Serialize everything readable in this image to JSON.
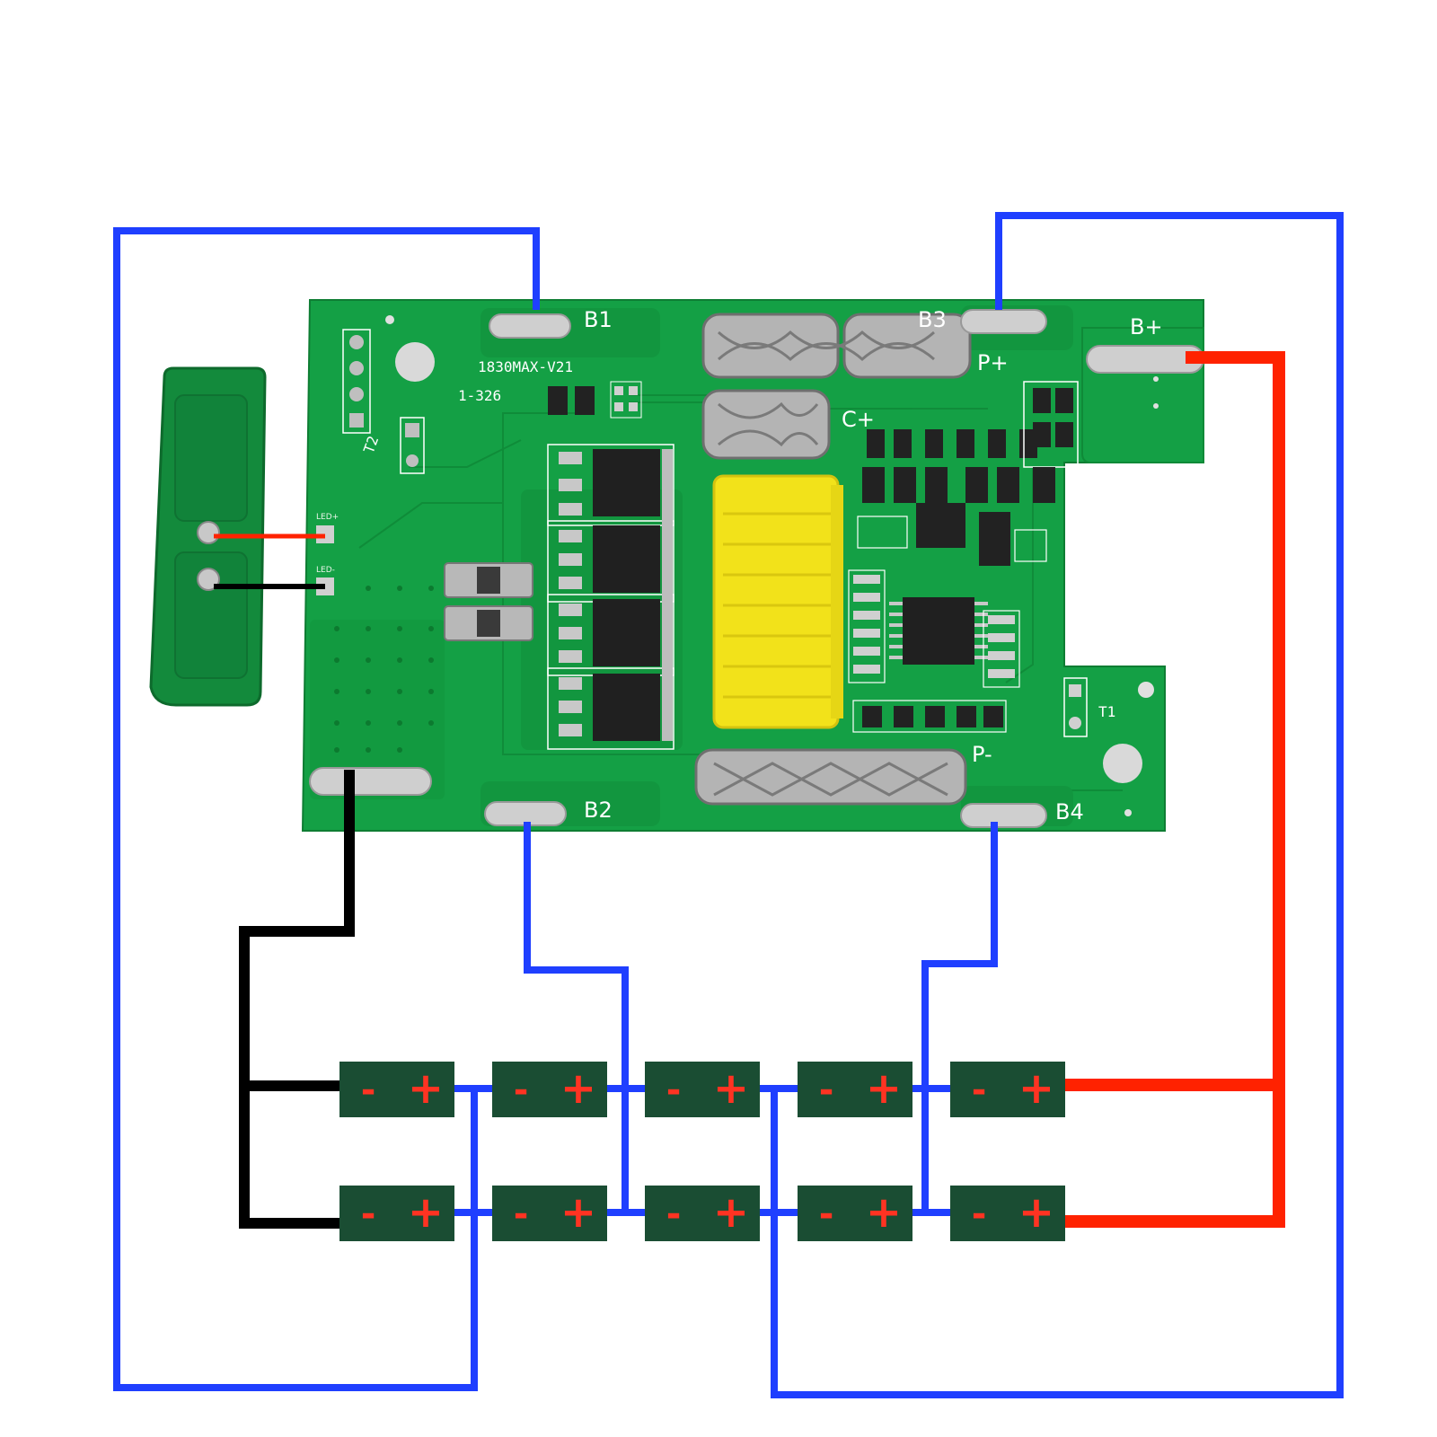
{
  "pcb": {
    "board_id": "1830MAX-V21",
    "board_sub": "1-326",
    "pad_labels": {
      "b1": "B1",
      "b2": "B2",
      "b3": "B3",
      "b4": "B4",
      "b_plus": "B+",
      "p_plus": "P+",
      "c_plus": "C+",
      "p_minus": "P-"
    },
    "silk": {
      "t1": "T1",
      "t2": "T2",
      "led_plus": "LED+",
      "led_minus": "LED-"
    },
    "colors": {
      "board": "#14a045",
      "connector": "#f2e21a",
      "mosfet": "#202020"
    }
  },
  "cells": {
    "rows": 2,
    "columns": 5,
    "minus_sign": "-",
    "plus_sign": "+",
    "fill_color": "#1a4d33"
  },
  "wires": {
    "balance_color": "#1f3fff",
    "positive_color": "#ff2200",
    "negative_color": "#000000"
  }
}
